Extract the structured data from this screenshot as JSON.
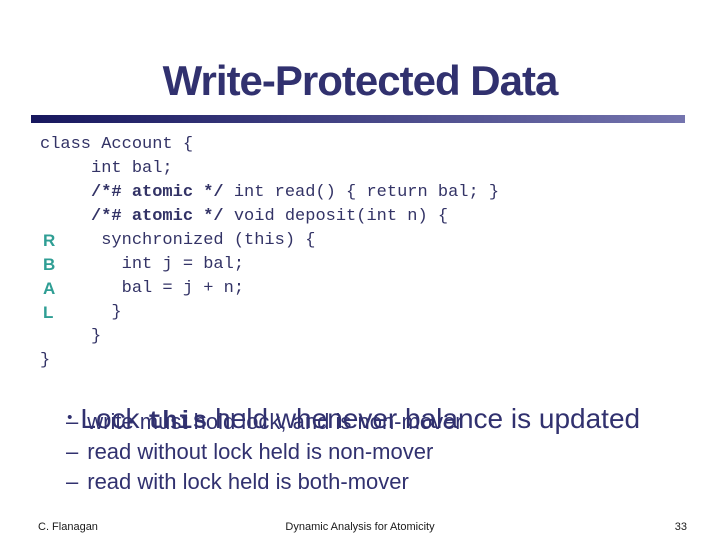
{
  "slide": {
    "title": "Write-Protected Data"
  },
  "code": {
    "lines": [
      {
        "label": "",
        "pre": "class Account {",
        "bold": "",
        "rest": ""
      },
      {
        "label": "",
        "pre": "     int bal;",
        "bold": "",
        "rest": ""
      },
      {
        "label": "",
        "pre": "     ",
        "bold": "/*# atomic */",
        "rest": " int read() { return bal; }"
      },
      {
        "label": "",
        "pre": "     ",
        "bold": "/*# atomic */",
        "rest": " void deposit(int n) {"
      },
      {
        "label": "R",
        "pre": "      synchronized (this) {",
        "bold": "",
        "rest": ""
      },
      {
        "label": "B",
        "pre": "        int j = bal;",
        "bold": "",
        "rest": ""
      },
      {
        "label": "A",
        "pre": "        bal = j + n;",
        "bold": "",
        "rest": ""
      },
      {
        "label": "L",
        "pre": "       }",
        "bold": "",
        "rest": ""
      },
      {
        "label": "",
        "pre": "     }",
        "bold": "",
        "rest": ""
      },
      {
        "label": "",
        "pre": "}",
        "bold": "",
        "rest": ""
      }
    ]
  },
  "bullet": {
    "marker": "•",
    "pre": "Lock ",
    "code": "this",
    "post": " held whenever balance is updated",
    "sub_marker": "–",
    "subs": [
      "write must hold lock, and is non-mover",
      "read without lock held is non-mover",
      "read with lock held is both-mover"
    ]
  },
  "footer": {
    "author": "C. Flanagan",
    "center": "Dynamic Analysis for Atomicity",
    "page": "33"
  },
  "colors": {
    "title_navy": "#31316f",
    "code_navy": "#333366",
    "atomicity_label_teal": "#2f9e94",
    "rule_gradient_left": "#17175e",
    "rule_gradient_right": "#7474ae"
  }
}
